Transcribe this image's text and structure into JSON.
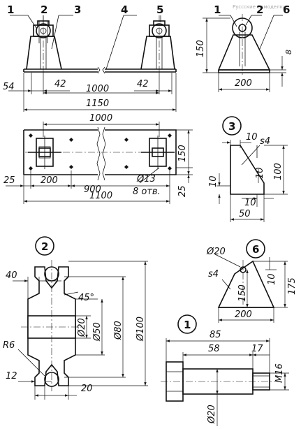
{
  "diagram": {
    "callouts": [
      "1",
      "2",
      "3",
      "4",
      "5",
      "6"
    ],
    "side_view": {
      "d54": "54",
      "d42a": "42",
      "d1000": "1000",
      "d42b": "42",
      "d1150": "1150"
    },
    "end_view": {
      "d150": "150",
      "d8": "8",
      "d200": "200"
    },
    "plan_view": {
      "d1000": "1000",
      "d150": "150",
      "d25a": "25",
      "d200": "200",
      "d900": "900",
      "d13": "Ø13",
      "holes": "8 отв.",
      "d25b": "25",
      "d1100": "1100"
    },
    "part3": {
      "label": "3",
      "d10a": "10",
      "s4": "s4",
      "d10b": "10",
      "d100": "100",
      "d10c": "10",
      "d10d": "10",
      "d50": "50"
    },
    "part2": {
      "label": "2",
      "d40": "40",
      "d45": "45°",
      "d20": "Ø20",
      "d50": "Ø50",
      "d80": "Ø80",
      "d100": "Ø100",
      "r6": "R6",
      "d12": "12",
      "d20b": "20"
    },
    "part6": {
      "label": "6",
      "d20": "Ø20",
      "s4": "s4",
      "d150": "150",
      "d10": "10",
      "d175": "175",
      "d200": "200"
    },
    "part1": {
      "label": "1",
      "d85": "85",
      "d58": "58",
      "d17": "17",
      "m16": "M16",
      "d20": "Ø20"
    },
    "watermark": "Руссские Самоделки"
  }
}
